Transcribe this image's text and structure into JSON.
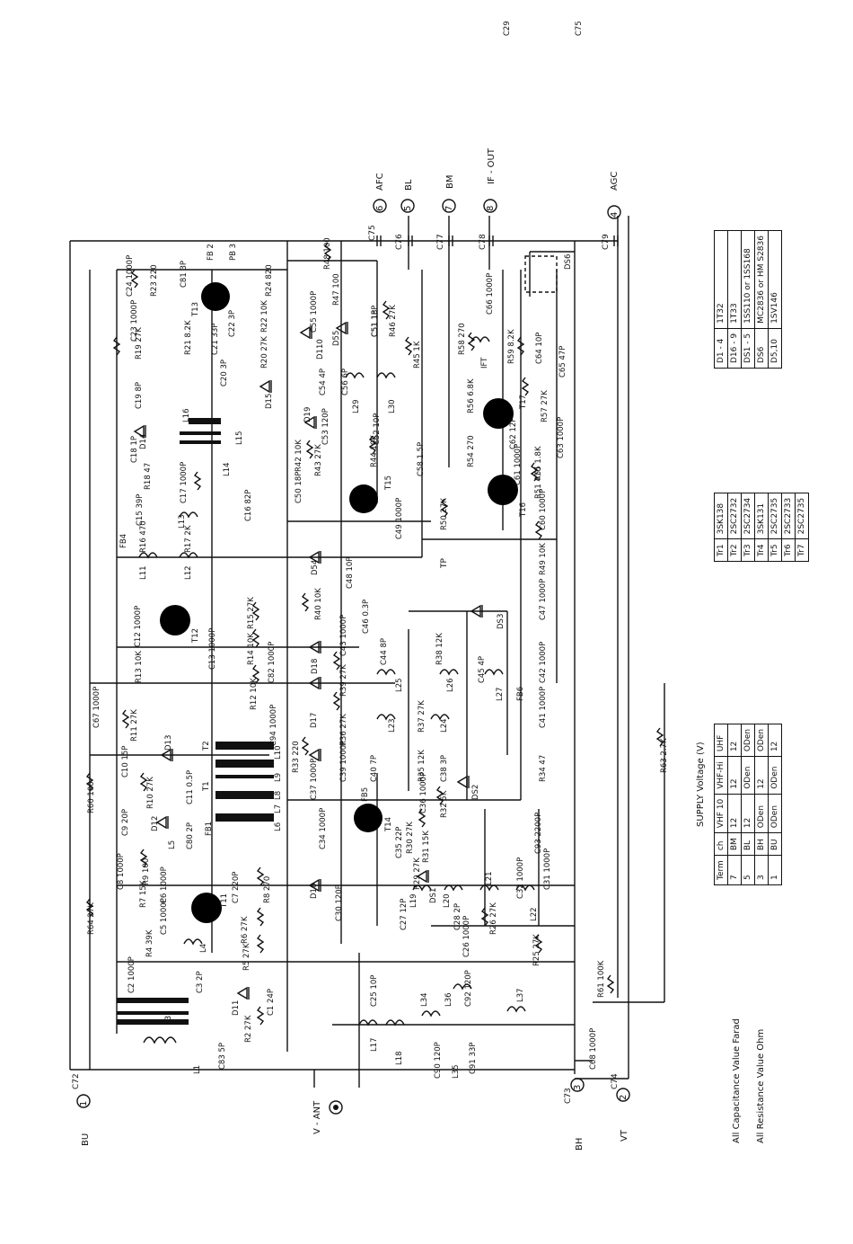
{
  "terminals": {
    "bu": {
      "num": "1",
      "name": "BU",
      "cap": "C72"
    },
    "bh": {
      "num": "3",
      "name": "BH",
      "cap": "C73"
    },
    "vt": {
      "num": "2",
      "name": "VT",
      "cap": "C74"
    },
    "ant": {
      "name": "V - ANT"
    },
    "afc": {
      "num": "6",
      "name": "AFC",
      "cap": "C75"
    },
    "bl": {
      "num": "5",
      "name": "BL",
      "cap": "C76"
    },
    "bm": {
      "num": "7",
      "name": "BM",
      "cap": "C77"
    },
    "ifout": {
      "num": "8",
      "name": "IF - OUT",
      "cap": "C78"
    },
    "agc": {
      "num": "4",
      "name": "AGC",
      "cap": "C79"
    },
    "tp": {
      "name": "TP"
    }
  },
  "components": [
    {
      "ref": "R60",
      "value": "100"
    },
    {
      "ref": "R64",
      "value": "27K"
    },
    {
      "ref": "C24",
      "value": "1000P"
    },
    {
      "ref": "R23",
      "value": "220"
    },
    {
      "ref": "C23",
      "value": "1000P"
    },
    {
      "ref": "C81",
      "value": "3P"
    },
    {
      "ref": "FB 2",
      "value": ""
    },
    {
      "ref": "PB 3",
      "value": ""
    },
    {
      "ref": "R24",
      "value": "820"
    },
    {
      "ref": "R22",
      "value": "10K"
    },
    {
      "ref": "C22",
      "value": "3P"
    },
    {
      "ref": "C21",
      "value": "33P"
    },
    {
      "ref": "R21",
      "value": "8.2K"
    },
    {
      "ref": "T13",
      "value": ""
    },
    {
      "ref": "R19",
      "value": "27K"
    },
    {
      "ref": "R20",
      "value": "27K"
    },
    {
      "ref": "C20",
      "value": "3P"
    },
    {
      "ref": "D15",
      "value": ""
    },
    {
      "ref": "C19",
      "value": "8P"
    },
    {
      "ref": "D14",
      "value": ""
    },
    {
      "ref": "L16",
      "value": ""
    },
    {
      "ref": "L15",
      "value": ""
    },
    {
      "ref": "L14",
      "value": ""
    },
    {
      "ref": "C18",
      "value": "1P"
    },
    {
      "ref": "C17",
      "value": "1000P"
    },
    {
      "ref": "R18",
      "value": "47"
    },
    {
      "ref": "C16",
      "value": "82P"
    },
    {
      "ref": "C15",
      "value": "39P"
    },
    {
      "ref": "L13",
      "value": ""
    },
    {
      "ref": "FB4",
      "value": ""
    },
    {
      "ref": "R16",
      "value": "470"
    },
    {
      "ref": "R17",
      "value": "2K"
    },
    {
      "ref": "L11",
      "value": ""
    },
    {
      "ref": "L12",
      "value": ""
    },
    {
      "ref": "C12",
      "value": "1000P"
    },
    {
      "ref": "T12",
      "value": ""
    },
    {
      "ref": "R15",
      "value": "27K"
    },
    {
      "ref": "C13",
      "value": "1000P"
    },
    {
      "ref": "R14",
      "value": "10K"
    },
    {
      "ref": "R13",
      "value": "10K"
    },
    {
      "ref": "C82",
      "value": "1000P"
    },
    {
      "ref": "C67",
      "value": "1000P"
    },
    {
      "ref": "R11",
      "value": "27K"
    },
    {
      "ref": "R12",
      "value": "10K"
    },
    {
      "ref": "C94",
      "value": "1000P"
    },
    {
      "ref": "L10",
      "value": ""
    },
    {
      "ref": "D13",
      "value": ""
    },
    {
      "ref": "T2",
      "value": ""
    },
    {
      "ref": "L9",
      "value": ""
    },
    {
      "ref": "L8",
      "value": ""
    },
    {
      "ref": "C10",
      "value": "15P"
    },
    {
      "ref": "R10",
      "value": "27K"
    },
    {
      "ref": "C11",
      "value": "0.5P"
    },
    {
      "ref": "T1",
      "value": ""
    },
    {
      "ref": "L7",
      "value": ""
    },
    {
      "ref": "D12",
      "value": ""
    },
    {
      "ref": "FB1",
      "value": ""
    },
    {
      "ref": "L6",
      "value": ""
    },
    {
      "ref": "C9",
      "value": "20P"
    },
    {
      "ref": "L5",
      "value": ""
    },
    {
      "ref": "C80",
      "value": "2P"
    },
    {
      "ref": "C8",
      "value": "1000P"
    },
    {
      "ref": "R9",
      "value": "100"
    },
    {
      "ref": "R8",
      "value": "270"
    },
    {
      "ref": "R7",
      "value": "15K"
    },
    {
      "ref": "C6",
      "value": "1000P"
    },
    {
      "ref": "T11",
      "value": ""
    },
    {
      "ref": "C7",
      "value": "220P"
    },
    {
      "ref": "C5",
      "value": "1000P"
    },
    {
      "ref": "R6",
      "value": "27K"
    },
    {
      "ref": "R4",
      "value": "39K"
    },
    {
      "ref": "R5",
      "value": "27K"
    },
    {
      "ref": "L4",
      "value": ""
    },
    {
      "ref": "C2",
      "value": "1000P"
    },
    {
      "ref": "C3",
      "value": "2P"
    },
    {
      "ref": "L3",
      "value": ""
    },
    {
      "ref": "D11",
      "value": ""
    },
    {
      "ref": "C1",
      "value": "24P"
    },
    {
      "ref": "R2",
      "value": "27K"
    },
    {
      "ref": "L1",
      "value": ""
    },
    {
      "ref": "C83",
      "value": "5P"
    },
    {
      "ref": "L17",
      "value": ""
    },
    {
      "ref": "C25",
      "value": "10P"
    },
    {
      "ref": "L18",
      "value": ""
    },
    {
      "ref": "L34",
      "value": ""
    },
    {
      "ref": "L36",
      "value": ""
    },
    {
      "ref": "C90",
      "value": "120P"
    },
    {
      "ref": "L35",
      "value": ""
    },
    {
      "ref": "C91",
      "value": "33P"
    },
    {
      "ref": "C92",
      "value": "120P"
    },
    {
      "ref": "L37",
      "value": ""
    },
    {
      "ref": "C26",
      "value": "1000P"
    },
    {
      "ref": "R25",
      "value": "27K"
    },
    {
      "ref": "R61",
      "value": "100K"
    },
    {
      "ref": "C68",
      "value": "1000P"
    },
    {
      "ref": "C75",
      "value": ""
    },
    {
      "ref": "R48",
      "value": "100"
    },
    {
      "ref": "R47",
      "value": "100"
    },
    {
      "ref": "C55",
      "value": "1000P"
    },
    {
      "ref": "D55",
      "value": ""
    },
    {
      "ref": "C51",
      "value": "1P"
    },
    {
      "ref": "R46",
      "value": "27K"
    },
    {
      "ref": "D110",
      "value": ""
    },
    {
      "ref": "R45",
      "value": "1K"
    },
    {
      "ref": "C54",
      "value": "4P"
    },
    {
      "ref": "C56",
      "value": "6P"
    },
    {
      "ref": "L29",
      "value": ""
    },
    {
      "ref": "L30",
      "value": ""
    },
    {
      "ref": "D19",
      "value": ""
    },
    {
      "ref": "C53",
      "value": "120P"
    },
    {
      "ref": "C52",
      "value": "10P"
    },
    {
      "ref": "R42",
      "value": "10K"
    },
    {
      "ref": "R43",
      "value": "27K"
    },
    {
      "ref": "R44",
      "value": "10K"
    },
    {
      "ref": "C58",
      "value": "1.5P"
    },
    {
      "ref": "C50",
      "value": "18P"
    },
    {
      "ref": "C51",
      "value": "18P"
    },
    {
      "ref": "T15",
      "value": ""
    },
    {
      "ref": "C49",
      "value": "1000P"
    },
    {
      "ref": "R50",
      "value": "27K"
    },
    {
      "ref": "C66",
      "value": "1000P"
    },
    {
      "ref": "DS6",
      "value": ""
    },
    {
      "ref": "R58",
      "value": "270"
    },
    {
      "ref": "R59",
      "value": "8.2K"
    },
    {
      "ref": "C64",
      "value": "10P"
    },
    {
      "ref": "C65",
      "value": "47P"
    },
    {
      "ref": "IFT",
      "value": ""
    },
    {
      "ref": "R56",
      "value": "6.8K"
    },
    {
      "ref": "T17",
      "value": ""
    },
    {
      "ref": "R57",
      "value": "27K"
    },
    {
      "ref": "C62",
      "value": "12P"
    },
    {
      "ref": "C63",
      "value": "1000P"
    },
    {
      "ref": "R54",
      "value": "270"
    },
    {
      "ref": "R55",
      "value": "1.8K"
    },
    {
      "ref": "C61",
      "value": "1000P"
    },
    {
      "ref": "R51",
      "value": "470"
    },
    {
      "ref": "T16",
      "value": ""
    },
    {
      "ref": "C60",
      "value": "1000P"
    },
    {
      "ref": "R49",
      "value": "10K"
    },
    {
      "ref": "D54",
      "value": ""
    },
    {
      "ref": "C48",
      "value": "10P"
    },
    {
      "ref": "R40",
      "value": "10K"
    },
    {
      "ref": "C46",
      "value": "0.3P"
    },
    {
      "ref": "C43",
      "value": "1000P"
    },
    {
      "ref": "DS3",
      "value": ""
    },
    {
      "ref": "C47",
      "value": "1000P"
    },
    {
      "ref": "C44",
      "value": "8P"
    },
    {
      "ref": "R38",
      "value": "12K"
    },
    {
      "ref": "D18",
      "value": ""
    },
    {
      "ref": "R39",
      "value": "27K"
    },
    {
      "ref": "L25",
      "value": ""
    },
    {
      "ref": "L26",
      "value": ""
    },
    {
      "ref": "C45",
      "value": "4P"
    },
    {
      "ref": "L27",
      "value": ""
    },
    {
      "ref": "FB6",
      "value": ""
    },
    {
      "ref": "C42",
      "value": "1000P"
    },
    {
      "ref": "L23",
      "value": ""
    },
    {
      "ref": "R37",
      "value": "27K"
    },
    {
      "ref": "L24",
      "value": ""
    },
    {
      "ref": "D17",
      "value": ""
    },
    {
      "ref": "R36",
      "value": "27K"
    },
    {
      "ref": "C41",
      "value": "1000P"
    },
    {
      "ref": "R33",
      "value": "220"
    },
    {
      "ref": "C39",
      "value": "1000P"
    },
    {
      "ref": "C40",
      "value": "7P"
    },
    {
      "ref": "R35",
      "value": "12K"
    },
    {
      "ref": "C38",
      "value": "3P"
    },
    {
      "ref": "FB5",
      "value": ""
    },
    {
      "ref": "DS2",
      "value": ""
    },
    {
      "ref": "R34",
      "value": "47"
    },
    {
      "ref": "C37",
      "value": "1000P"
    },
    {
      "ref": "C36",
      "value": "1000P"
    },
    {
      "ref": "R32",
      "value": "5K"
    },
    {
      "ref": "T14",
      "value": ""
    },
    {
      "ref": "C34",
      "value": "1000P"
    },
    {
      "ref": "C35",
      "value": "22P"
    },
    {
      "ref": "R30",
      "value": "27K"
    },
    {
      "ref": "R31",
      "value": "15K"
    },
    {
      "ref": "R29",
      "value": "27K"
    },
    {
      "ref": "C93",
      "value": "2200P"
    },
    {
      "ref": "L19",
      "value": ""
    },
    {
      "ref": "DS1",
      "value": ""
    },
    {
      "ref": "L20",
      "value": ""
    },
    {
      "ref": "L21",
      "value": ""
    },
    {
      "ref": "C32",
      "value": "1000P"
    },
    {
      "ref": "C31",
      "value": "1000P"
    },
    {
      "ref": "L22",
      "value": ""
    },
    {
      "ref": "D16",
      "value": ""
    },
    {
      "ref": "C30",
      "value": "120P"
    },
    {
      "ref": "C27",
      "value": "12P"
    },
    {
      "ref": "C28",
      "value": "2P"
    },
    {
      "ref": "R26",
      "value": "27K"
    },
    {
      "ref": "R63",
      "value": "2.7K"
    },
    {
      "ref": "C29",
      "value": ""
    }
  ],
  "supply_table": {
    "title": "SUPPLY  Voltage (V)",
    "headers": [
      "Term",
      "ch",
      "VHF 10",
      "VHF-Hi",
      "UHF"
    ],
    "rows": [
      [
        "7",
        "BM",
        "12",
        "12",
        "12"
      ],
      [
        "5",
        "BL",
        "12",
        "ODen",
        "ODen"
      ],
      [
        "3",
        "BH",
        "ODen",
        "12",
        "ODen"
      ],
      [
        "1",
        "BU",
        "ODen",
        "ODen",
        "12"
      ]
    ]
  },
  "transistor_table": {
    "rows": [
      [
        "Tr1",
        "3SK138"
      ],
      [
        "Tr2",
        "2SC2732"
      ],
      [
        "Tr3",
        "2SC2734"
      ],
      [
        "Tr4",
        "3SK131"
      ],
      [
        "Tr5",
        "2SC2735"
      ],
      [
        "Tr6",
        "2SC2733"
      ],
      [
        "Tr7",
        "2SC2735"
      ]
    ]
  },
  "diode_table": {
    "rows": [
      [
        "D1 - 4",
        "1T32"
      ],
      [
        "D16 - 9",
        "1T33"
      ],
      [
        "DS1 - 5",
        "1SS110 or 1SS168"
      ],
      [
        "DS6",
        "MC2836 or HM S2836"
      ],
      [
        "D5,10",
        "1SV146"
      ]
    ]
  },
  "notes": {
    "capacitance": "All Capacitance Value Farad",
    "resistance": "All Resistance Value Ohm"
  }
}
